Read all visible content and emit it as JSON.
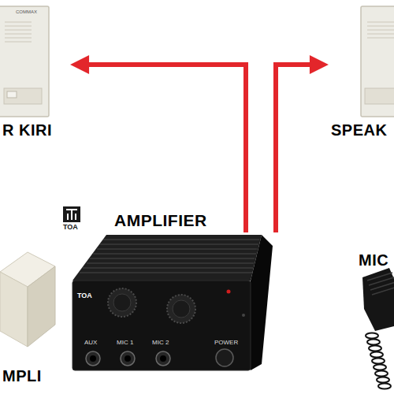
{
  "diagram": {
    "nodes": [
      {
        "text": [
          "R KIRI"
        ]
      },
      {
        "text": [
          "SPEAK"
        ]
      },
      {
        "text": [
          "AMPLIFIER"
        ]
      },
      {
        "text": [
          "MIC"
        ]
      },
      {
        "text": [
          "MPLI"
        ]
      }
    ],
    "edges": [
      {
        "from": 2,
        "to": 0,
        "arrow": "to"
      },
      {
        "from": 2,
        "to": 1,
        "arrow": "to"
      }
    ],
    "labels": [
      "TOA",
      "COMMAX",
      "TOA",
      "AUX",
      "MIC 1",
      "MIC 2",
      "POWER"
    ]
  }
}
